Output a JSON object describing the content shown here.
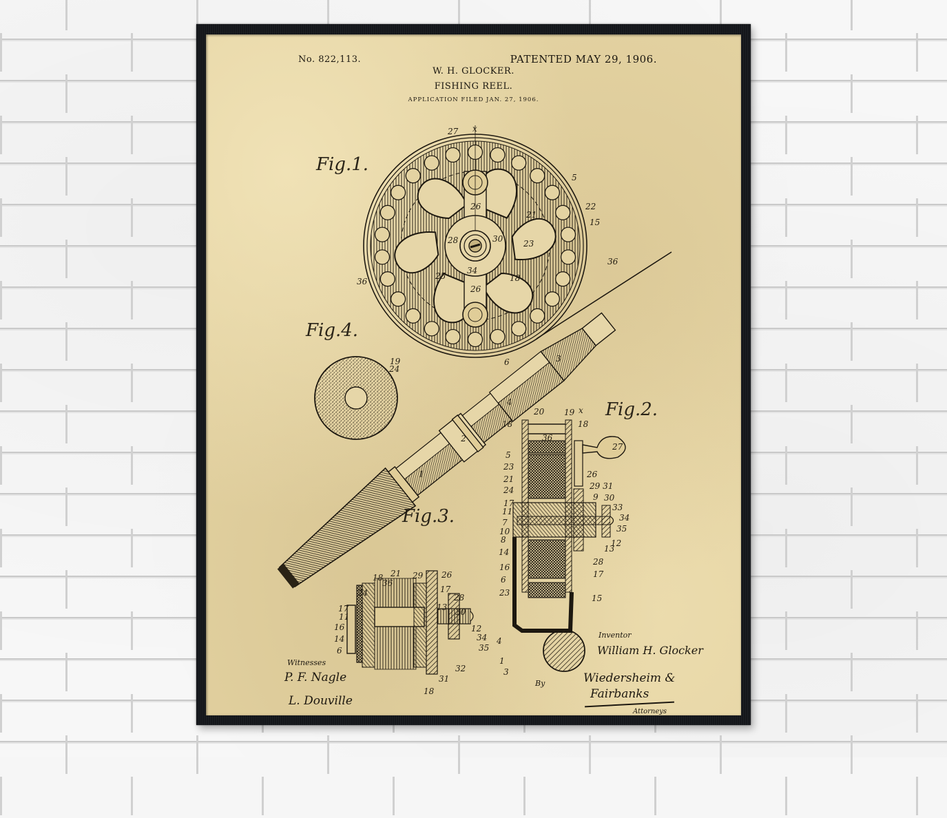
{
  "scene": {
    "description": "Framed vintage patent print hanging on white painted brick wall",
    "wall_color": "#f7f7f7",
    "mortar_color": "#c9c9c9",
    "frame_color": "#15171a",
    "paper_color": "#e4d3a2",
    "ink_color": "#1b1710"
  },
  "patent": {
    "number": "No. 822,113.",
    "patented": "PATENTED MAY 29, 1906.",
    "inventor_header": "W. H. GLOCKER.",
    "title": "FISHING REEL.",
    "application": "APPLICATION FILED JAN. 27, 1906."
  },
  "figures": {
    "fig1": "Fig.1.",
    "fig2": "Fig.2.",
    "fig3": "Fig.3.",
    "fig4": "Fig.4."
  },
  "signatures": {
    "witnesses_label": "Witnesses",
    "witness1": "P. F. Nagle",
    "witness2": "L. Douville",
    "inventor_label": "Inventor",
    "inventor": "William H. Glocker",
    "by_label": "By",
    "attorney_line1": "Wiedersheim &",
    "attorney_line2": "Fairbanks",
    "attorneys_label": "Attorneys"
  },
  "reference_numerals": {
    "fig1": [
      "27",
      "x",
      "5",
      "22",
      "15",
      "21",
      "26",
      "28",
      "30",
      "23",
      "34",
      "25",
      "18",
      "26",
      "36",
      "19",
      "36"
    ],
    "rod": [
      "3",
      "4",
      "6",
      "2",
      "1",
      "x"
    ],
    "fig2": [
      "19",
      "20",
      "18",
      "18",
      "36",
      "5",
      "27",
      "23",
      "26",
      "21",
      "29",
      "31",
      "24",
      "9",
      "30",
      "17",
      "33",
      "11",
      "34",
      "7",
      "35",
      "10",
      "12",
      "8",
      "14",
      "13",
      "16",
      "28",
      "6",
      "17",
      "23",
      "15",
      "4",
      "1",
      "3"
    ],
    "fig3": [
      "21",
      "29",
      "26",
      "18",
      "36",
      "24",
      "17",
      "28",
      "17",
      "13",
      "30",
      "11",
      "12",
      "16",
      "34",
      "14",
      "35",
      "6",
      "32",
      "31",
      "18"
    ],
    "fig4": [
      "24"
    ]
  }
}
